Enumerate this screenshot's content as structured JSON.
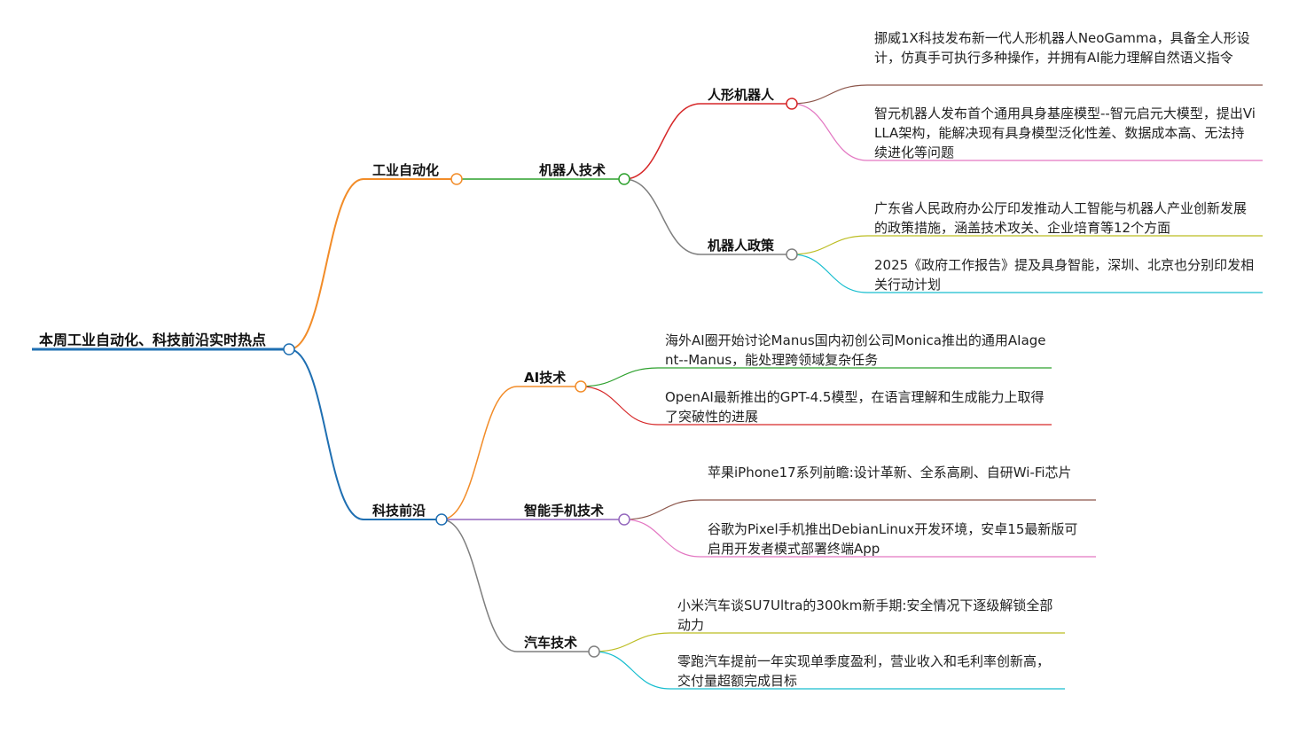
{
  "root": {
    "label": "本周工业自动化、科技前沿实时热点",
    "color": "#1f6fb2"
  },
  "branches": [
    {
      "label": "工业自动化",
      "color": "#f28c28",
      "children": [
        {
          "label": "机器人技术",
          "color": "#2ca02c",
          "children": [
            {
              "label": "人形机器人",
              "color": "#d62728",
              "leaves": [
                {
                  "text": "挪威1X科技发布新一代人形机器人NeoGamma，具备全人形设计，仿真手可执行多种操作，并拥有AI能力理解自然语义指令",
                  "color": "#8c564b"
                },
                {
                  "text": "智元机器人发布首个通用具身基座模型--智元启元大模型，提出ViLLA架构，能解决现有具身模型泛化性差、数据成本高、无法持续进化等问题",
                  "color": "#e377c2"
                }
              ]
            },
            {
              "label": "机器人政策",
              "color": "#7f7f7f",
              "leaves": [
                {
                  "text": "广东省人民政府办公厅印发推动人工智能与机器人产业创新发展的政策措施，涵盖技术攻关、企业培育等12个方面",
                  "color": "#bcbd22"
                },
                {
                  "text": "2025《政府工作报告》提及具身智能，深圳、北京也分别印发相关行动计划",
                  "color": "#17becf"
                }
              ]
            }
          ]
        }
      ]
    },
    {
      "label": "科技前沿",
      "color": "#1f6fb2",
      "children": [
        {
          "label": "AI技术",
          "color": "#f28c28",
          "leaves": [
            {
              "text": "海外AI圈开始讨论Manus国内初创公司Monica推出的通用AIagent--Manus，能处理跨领域复杂任务",
              "color": "#2ca02c"
            },
            {
              "text": "OpenAI最新推出的GPT-4.5模型，在语言理解和生成能力上取得了突破性的进展",
              "color": "#d62728"
            }
          ]
        },
        {
          "label": "智能手机技术",
          "color": "#9467bd",
          "leaves": [
            {
              "text": "苹果iPhone17系列前瞻:设计革新、全系高刷、自研Wi-Fi芯片",
              "color": "#8c564b"
            },
            {
              "text": "谷歌为Pixel手机推出DebianLinux开发环境，安卓15最新版可启用开发者模式部署终端App",
              "color": "#e377c2"
            }
          ]
        },
        {
          "label": "汽车技术",
          "color": "#7f7f7f",
          "leaves": [
            {
              "text": "小米汽车谈SU7Ultra的300km新手期:安全情况下逐级解锁全部动力",
              "color": "#bcbd22"
            },
            {
              "text": "零跑汽车提前一年实现单季度盈利，营业收入和毛利率创新高，交付量超额完成目标",
              "color": "#17becf"
            }
          ]
        }
      ]
    }
  ]
}
